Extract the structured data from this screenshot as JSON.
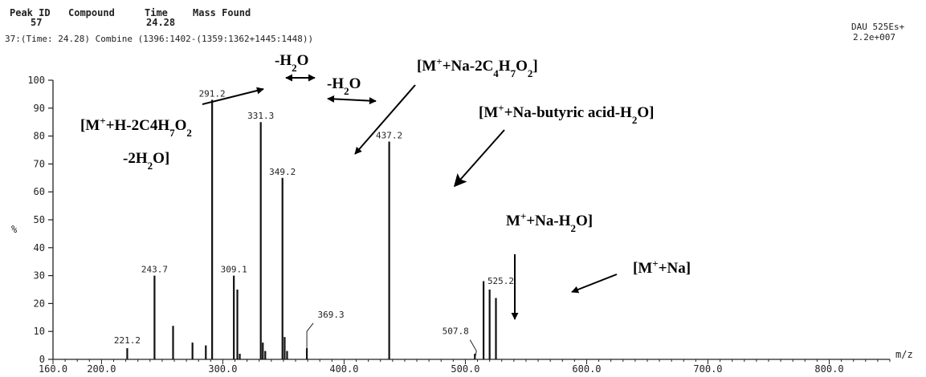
{
  "header": {
    "col_peak_id": "Peak ID",
    "col_compound": "Compound",
    "col_time": "Time",
    "col_mass_found": "Mass Found",
    "peak_id_value": "57",
    "time_value": "24.28",
    "scan_line": "37:(Time: 24.28) Combine (1396:1402-(1359:1362+1445:1448))",
    "detector": "DAU 525Es+",
    "intensity": "2.2e+007"
  },
  "axes": {
    "y_symbol": "%",
    "x_unit": "m/z"
  },
  "chart_data": {
    "type": "bar",
    "xlim": [
      160,
      850
    ],
    "ylim": [
      0,
      100
    ],
    "x_ticks": [
      "160.0",
      "200.0",
      "300.0",
      "400.0",
      "500.0",
      "600.0",
      "700.0",
      "800.0"
    ],
    "x_tick_values": [
      160,
      200,
      300,
      400,
      500,
      600,
      700,
      800
    ],
    "y_ticks": [
      "0",
      "10",
      "20",
      "30",
      "40",
      "50",
      "60",
      "70",
      "80",
      "90",
      "100"
    ],
    "y_tick_values": [
      0,
      10,
      20,
      30,
      40,
      50,
      60,
      70,
      80,
      90,
      100
    ],
    "peaks": [
      {
        "x": 221.2,
        "y": 4,
        "label": "221.2"
      },
      {
        "x": 243.7,
        "y": 30,
        "label": "243.7"
      },
      {
        "x": 259.0,
        "y": 12,
        "label": ""
      },
      {
        "x": 275.0,
        "y": 6,
        "label": ""
      },
      {
        "x": 286.0,
        "y": 5,
        "label": ""
      },
      {
        "x": 291.2,
        "y": 93,
        "label": "291.2"
      },
      {
        "x": 309.1,
        "y": 30,
        "label": "309.1"
      },
      {
        "x": 312.0,
        "y": 25,
        "label": ""
      },
      {
        "x": 314.0,
        "y": 2,
        "label": ""
      },
      {
        "x": 331.3,
        "y": 85,
        "label": "331.3"
      },
      {
        "x": 333.0,
        "y": 6,
        "label": ""
      },
      {
        "x": 335.0,
        "y": 3,
        "label": ""
      },
      {
        "x": 349.2,
        "y": 65,
        "label": "349.2"
      },
      {
        "x": 351.0,
        "y": 8,
        "label": ""
      },
      {
        "x": 353.0,
        "y": 3,
        "label": ""
      },
      {
        "x": 369.3,
        "y": 4,
        "label": "369.3"
      },
      {
        "x": 437.2,
        "y": 78,
        "label": "437.2"
      },
      {
        "x": 507.8,
        "y": 2,
        "label": "507.8"
      },
      {
        "x": 515.0,
        "y": 28,
        "label": ""
      },
      {
        "x": 520.0,
        "y": 25,
        "label": ""
      },
      {
        "x": 525.2,
        "y": 22,
        "label": "525.2"
      }
    ],
    "annotations": [
      {
        "lines": [
          "[M+H-2C4H7O2",
          "-2H2O]"
        ]
      },
      {
        "text": "-H2O"
      },
      {
        "text": "-H2O"
      },
      {
        "text": "[M+Na-2C4H7O2]"
      },
      {
        "text": "[M+Na-butyric acid-H2O]"
      },
      {
        "text": "M+Na-H2O]"
      },
      {
        "text": "[M+Na]"
      }
    ]
  }
}
